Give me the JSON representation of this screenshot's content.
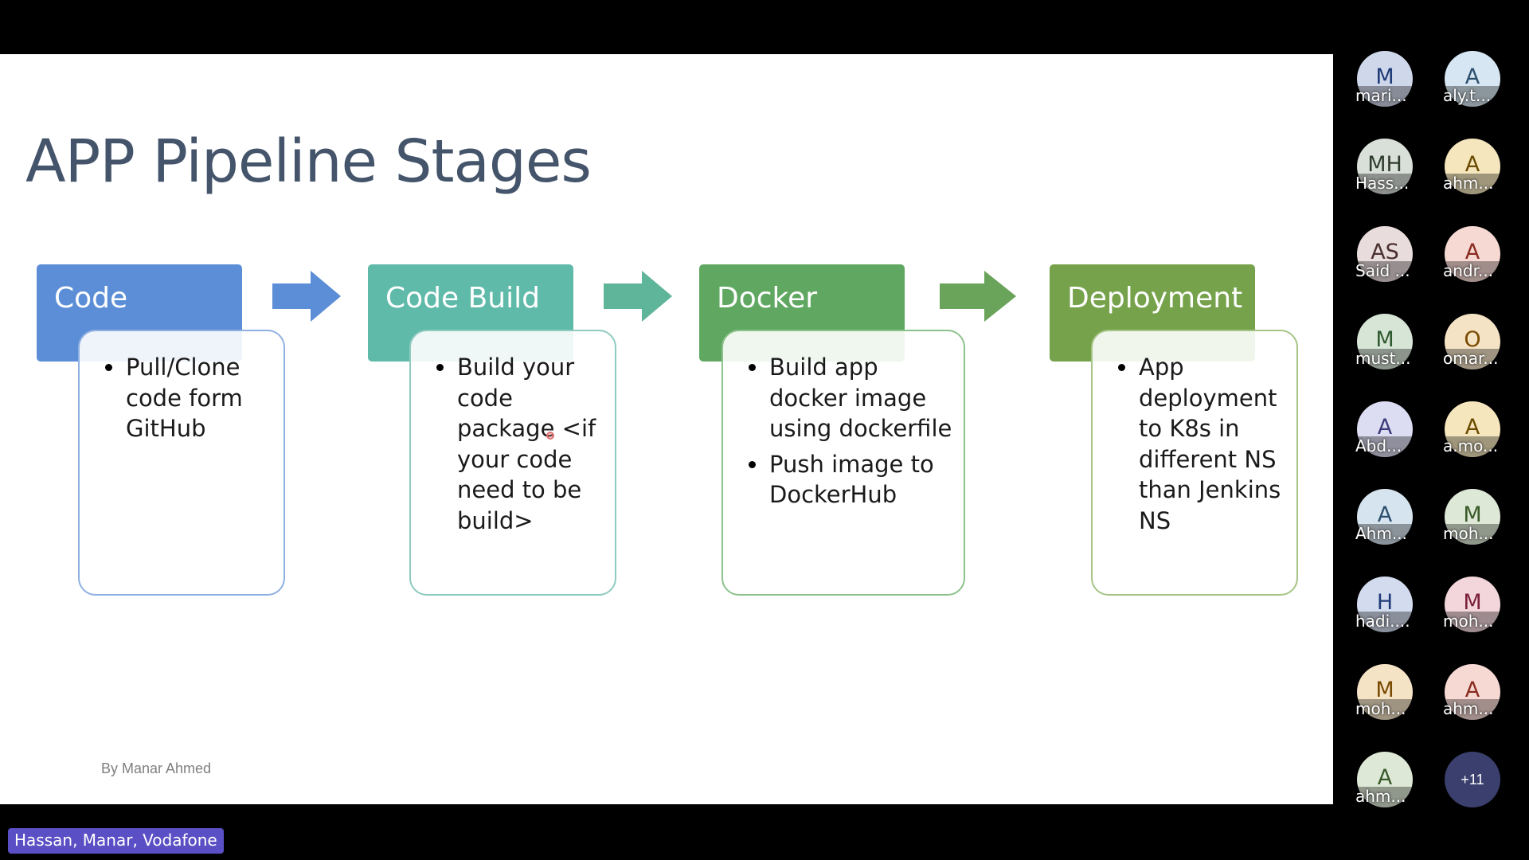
{
  "slide": {
    "title": "APP Pipeline Stages",
    "author": "By Manar Ahmed",
    "stages": [
      {
        "title": "Code",
        "header_color": "#5b8ed6",
        "border_color": "#8fb0e2",
        "bullets": [
          "Pull/Clone code form GitHub"
        ]
      },
      {
        "title": "Code Build",
        "header_color": "#5fbaa9",
        "border_color": "#8fcbbf",
        "bullets": [
          "Build your code package <if your code need to be build>"
        ]
      },
      {
        "title": "Docker",
        "header_color": "#60a861",
        "border_color": "#8cc28c",
        "bullets": [
          "Build app docker image using dockerfile",
          "Push image to DockerHub"
        ]
      },
      {
        "title": "Deployment",
        "header_color": "#75a24a",
        "border_color": "#a5c485",
        "bullets": [
          "App deployment to K8s in different NS than Jenkins NS"
        ]
      }
    ],
    "arrow_colors": [
      "#5b8ed6",
      "#5fb59a",
      "#6aa35a"
    ]
  },
  "participants": [
    {
      "initials": "M",
      "name": "mari...",
      "bg": "#cfd8ea",
      "fg": "#1f3b78"
    },
    {
      "initials": "A",
      "name": "aly.t...",
      "bg": "#d6e6f2",
      "fg": "#2d4f6e"
    },
    {
      "initials": "MH",
      "name": "Hass...",
      "bg": "#d9dfd9",
      "fg": "#2f3d2f"
    },
    {
      "initials": "A",
      "name": "ahm...",
      "bg": "#f5e6bd",
      "fg": "#6b4b00"
    },
    {
      "initials": "AS",
      "name": "Said ...",
      "bg": "#e9dcdc",
      "fg": "#4a2f2f"
    },
    {
      "initials": "A",
      "name": "andr...",
      "bg": "#f7d9d4",
      "fg": "#8a2b1f"
    },
    {
      "initials": "M",
      "name": "must...",
      "bg": "#d7e5d7",
      "fg": "#2f5a2f"
    },
    {
      "initials": "O",
      "name": "omar...",
      "bg": "#f5e3c6",
      "fg": "#7a4a00"
    },
    {
      "initials": "A",
      "name": "Abd...",
      "bg": "#dcdcf2",
      "fg": "#3b3b7a"
    },
    {
      "initials": "A",
      "name": "a.mo...",
      "bg": "#f5e6bd",
      "fg": "#6b4b00"
    },
    {
      "initials": "A",
      "name": "Ahm...",
      "bg": "#d6e4ef",
      "fg": "#2d4f6e"
    },
    {
      "initials": "M",
      "name": "moh...",
      "bg": "#dde8d6",
      "fg": "#3a5a2a"
    },
    {
      "initials": "H",
      "name": "hadi....",
      "bg": "#d3dcef",
      "fg": "#1f3b78"
    },
    {
      "initials": "M",
      "name": "moh...",
      "bg": "#f2d6dc",
      "fg": "#7a1f3a"
    },
    {
      "initials": "M",
      "name": "moh...",
      "bg": "#f5e3c6",
      "fg": "#7a4a00"
    },
    {
      "initials": "A",
      "name": "ahm...",
      "bg": "#f7d9d4",
      "fg": "#8a2b1f"
    },
    {
      "initials": "A",
      "name": "ahm...",
      "bg": "#dde8d6",
      "fg": "#3a5a2a"
    }
  ],
  "more_participants": {
    "label": "+11",
    "bg": "#3a3f6e"
  },
  "presenter_label": {
    "text": "Hassan, Manar, Vodafone",
    "bg": "#5a4fc4"
  }
}
